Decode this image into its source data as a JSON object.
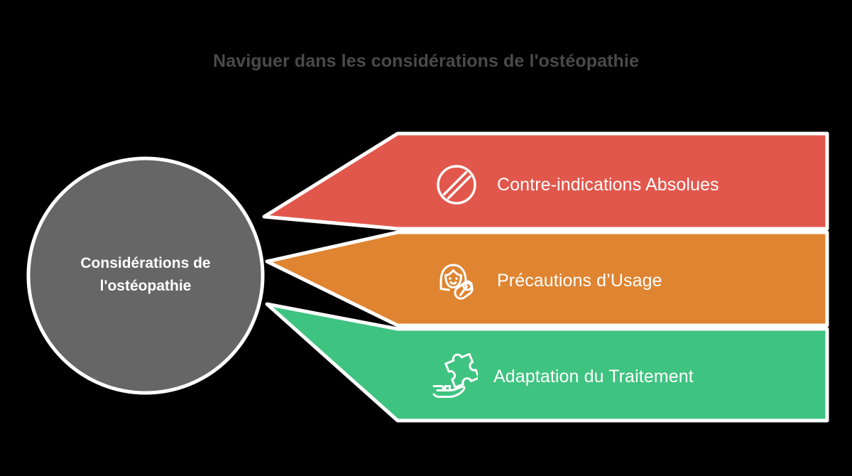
{
  "title": "Naviguer dans les considérations de l'ostéopathie",
  "hub": {
    "line1": "Considérations de",
    "line2": "l'ostéopathie",
    "color": "#666666",
    "stroke": "#ffffff",
    "text_color": "#ffffff"
  },
  "background": "#000000",
  "title_color": "#4a4a4a",
  "branches": [
    {
      "label": "Contre-indications Absolues",
      "color": "#e2574c",
      "icon": "prohibited-sign-icon"
    },
    {
      "label": "Précautions d’Usage",
      "color": "#df8431",
      "icon": "patient-medication-icon"
    },
    {
      "label": "Adaptation du Traitement",
      "color": "#3fc380",
      "icon": "hand-puzzle-piece-icon"
    }
  ]
}
